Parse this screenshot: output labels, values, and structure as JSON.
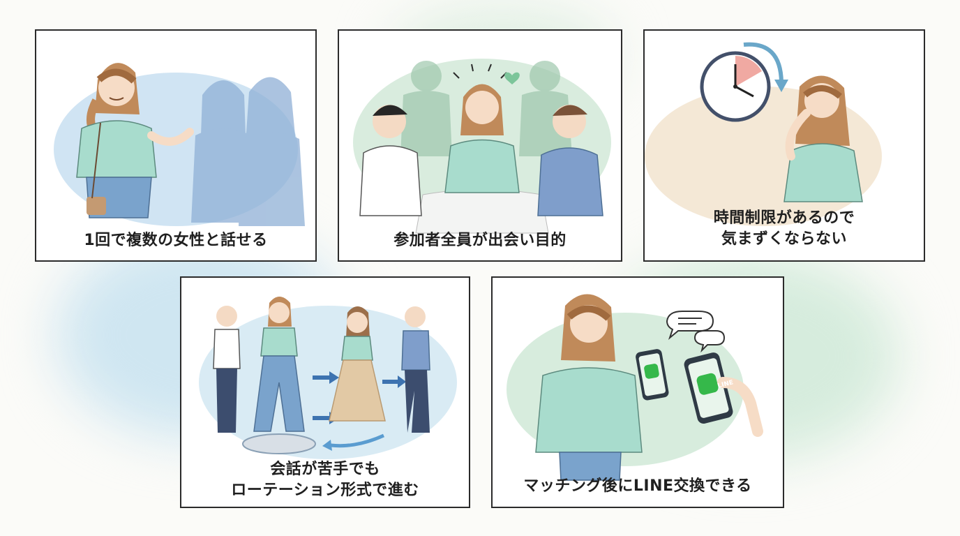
{
  "panels": [
    {
      "id": "p1",
      "lines": [
        "1回で複数の女性と話せる"
      ]
    },
    {
      "id": "p2",
      "lines": [
        "参加者全員が出会い目的"
      ]
    },
    {
      "id": "p3",
      "lines": [
        "時間制限があるので",
        "気まずくならない"
      ]
    },
    {
      "id": "p4",
      "lines": [
        "会話が苦手でも",
        "ローテーション形式で進む"
      ]
    },
    {
      "id": "p5",
      "lines": [
        "マッチング後にLINE交換できる"
      ]
    }
  ],
  "phone_logo": "LINE",
  "colors": {
    "border": "#2b2b2b",
    "wash_blue": "#a9cfe6",
    "wash_green": "#b7dcc0",
    "wash_beige": "#ecd9bf",
    "shirt_mint": "#a8dccd",
    "jeans_blue": "#7aa3cc",
    "hair_brown": "#b07a4e",
    "line_green": "#35b84a",
    "arrow_blue": "#3d73b0"
  }
}
